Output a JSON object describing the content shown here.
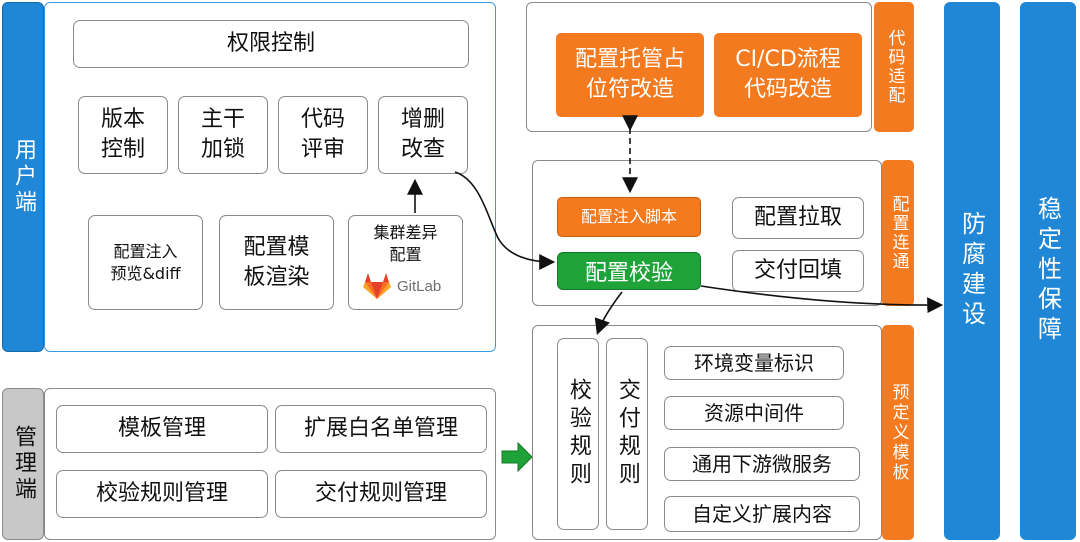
{
  "side": {
    "user_end": "用户端",
    "admin_end": "管理端",
    "anticorruption": "防腐建设",
    "stability": "稳定性保障"
  },
  "user_panel": {
    "permission": "权限控制",
    "version_control": "版本\n控制",
    "trunk_lock": "主干\n加锁",
    "code_review": "代码\n评审",
    "crud": "增删\n改查",
    "inject_preview": "配置注入\n预览&diff",
    "template_render": "配置模\n板渲染",
    "cluster_diff": "集群差异\n配置",
    "gitlab": "GitLab"
  },
  "admin_panel": {
    "template_mgmt": "模板管理",
    "whitelist_mgmt": "扩展白名单管理",
    "validation_rule_mgmt": "校验规则管理",
    "delivery_rule_mgmt": "交付规则管理"
  },
  "code_adapt": {
    "tag": "代码适配",
    "placeholder": "配置托管占\n位符改造",
    "cicd": "CI/CD流程\n代码改造"
  },
  "config_connect": {
    "tag": "配置连通",
    "inject_script": "配置注入脚本",
    "validate": "配置校验",
    "pull": "配置拉取",
    "backfill": "交付回填"
  },
  "templates": {
    "tag": "预定义模板",
    "validation_rules": "校验规则",
    "delivery_rules": "交付规则",
    "items": [
      "环境变量标识",
      "资源中间件",
      "通用下游微服务",
      "自定义扩展内容"
    ]
  },
  "colors": {
    "blue": "#1f87d6",
    "orange": "#f47a1f",
    "green": "#1fa338",
    "gray": "#9a9a9a",
    "panel_border_blue": "#3d9ae0"
  }
}
